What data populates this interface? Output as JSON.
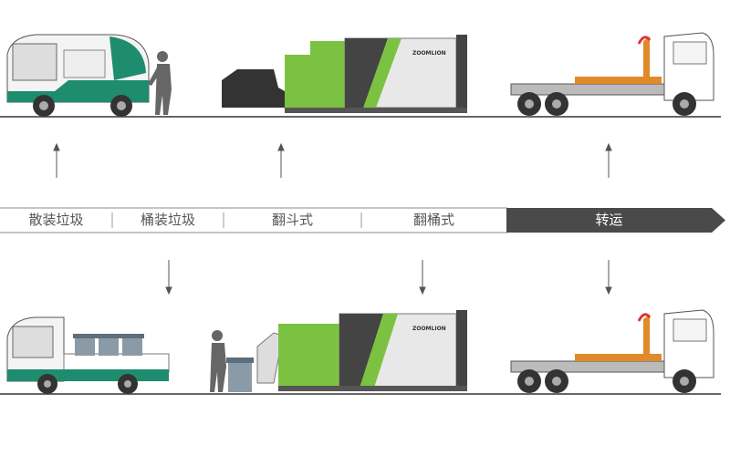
{
  "stages": [
    {
      "label": "散装垃圾"
    },
    {
      "label": "桶装垃圾"
    },
    {
      "label": "翻斗式"
    },
    {
      "label": "翻桶式"
    },
    {
      "label": "转运"
    }
  ],
  "logo_text": "ZOOMLION",
  "colors": {
    "green": "#7cc242",
    "teal": "#1e8c6e",
    "dark": "#4a4a4a",
    "line": "#777777"
  }
}
